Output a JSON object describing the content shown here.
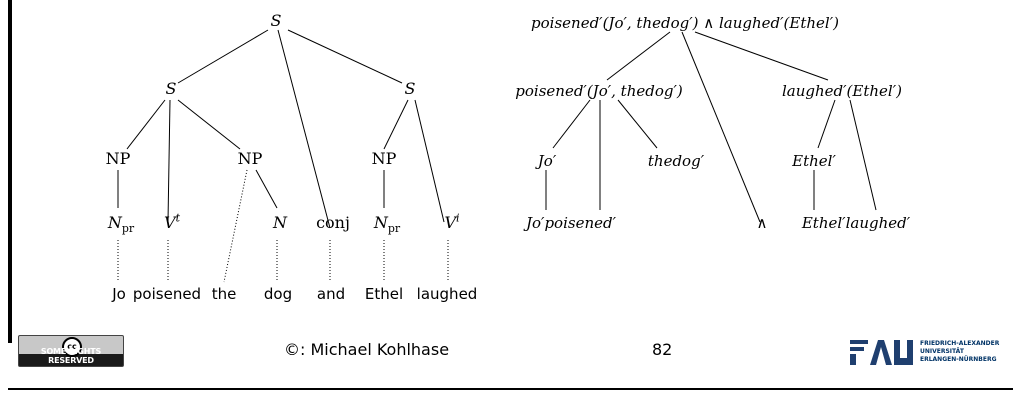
{
  "left_tree": {
    "root": "S",
    "s_left": "S",
    "s_right": "S",
    "np1": "NP",
    "np2": "NP",
    "np3": "NP",
    "n_pr_1": {
      "base": "N",
      "sub": "pr"
    },
    "v_t": {
      "base": "V",
      "sup": "t"
    },
    "n": "N",
    "conj": "conj",
    "n_pr_2": {
      "base": "N",
      "sub": "pr"
    },
    "v_i": {
      "base": "V",
      "sup": "i"
    },
    "words": [
      "Jo",
      "poisened",
      "the",
      "dog",
      "and",
      "Ethel",
      "laughed"
    ]
  },
  "right_tree": {
    "root": "poisened′(Jo′, thedog′) ∧ laughed′(Ethel′)",
    "left": "poisened′(Jo′, thedog′)",
    "right": "laughed′(Ethel′)",
    "jo": "Jo′",
    "thedog": "thedog′",
    "and_leaf": "∧",
    "ethel": "Ethel′",
    "jo_poisened": "Jo′poisened′",
    "ethel_laughed": "Ethel′laughed′"
  },
  "footer": {
    "cc_symbol": "cc",
    "cc_text": "SOME RIGHTS RESERVED",
    "copyright": "©: Michael Kohlhase",
    "page_number": "82",
    "logo_text": "FAU",
    "university": "FRIEDRICH-ALEXANDER\nUNIVERSITÄT\nERLANGEN-NÜRNBERG"
  }
}
